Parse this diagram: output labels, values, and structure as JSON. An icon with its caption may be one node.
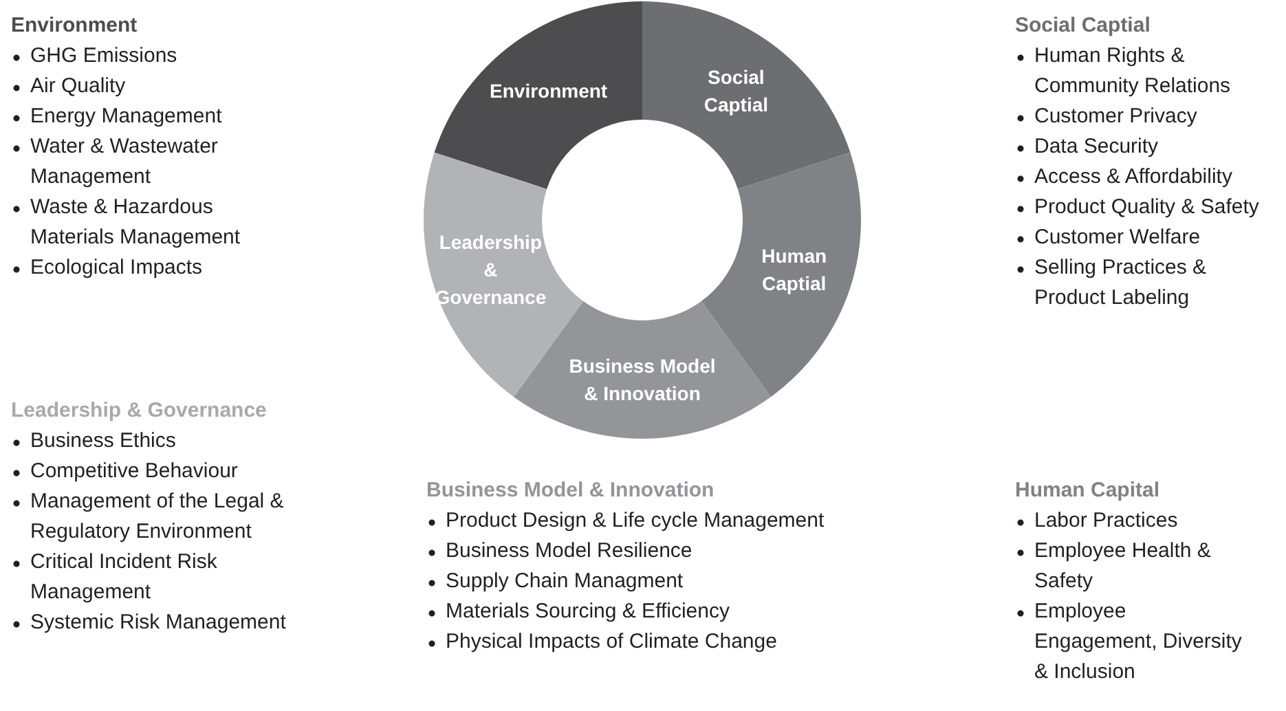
{
  "diagram": {
    "nodes": [
      {
        "text": [
          "Environment"
        ]
      },
      {
        "text": [
          "Social Captial"
        ]
      },
      {
        "text": [
          "Human Captial"
        ]
      },
      {
        "text": [
          "Business Model & Innovation"
        ]
      },
      {
        "text": [
          "Leadership & Governance"
        ]
      }
    ],
    "labels": [
      "Environment",
      "GHG Emissions",
      "Air Quality",
      "Energy Management",
      "Water & Wastewater Management",
      "Waste & Hazardous Materials Management",
      "Ecological Impacts",
      "Social Captial",
      "Human Rights & Community Relations",
      "Customer Privacy",
      "Data Security",
      "Access & Affordability",
      "Product Quality & Safety",
      "Customer Welfare",
      "Selling Practices & Product Labeling",
      "Leadership & Governance",
      "Business Ethics",
      "Competitive Behaviour",
      "Management of the Legal & Regulatory Environment",
      "Critical Incident Risk Management",
      "Systemic Risk Management",
      "Business Model & Innovation",
      "Product Design & Life cycle Management",
      "Business Model Resilience",
      "Supply Chain Managment",
      "Materials Sourcing & Efficiency",
      "Physical Impacts of Climate Change",
      "Human Capital",
      "Labor Practices",
      "Employee Health & Safety",
      "Employee Engagement, Diversity & Inclusion"
    ]
  }
}
